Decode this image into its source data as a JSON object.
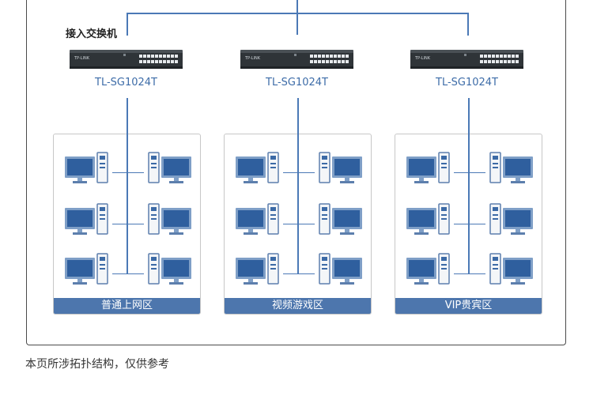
{
  "topology": {
    "access_label": "接入交换机",
    "switches": [
      {
        "model": "TL-SG1024T"
      },
      {
        "model": "TL-SG1024T"
      },
      {
        "model": "TL-SG1024T"
      }
    ],
    "zones": [
      {
        "label": "普通上网区"
      },
      {
        "label": "视频游戏区"
      },
      {
        "label": "VIP贵宾区"
      }
    ],
    "colors": {
      "wire": "#4b79b6",
      "zone_bar": "#4d76ad",
      "model_text": "#3d6ca8"
    },
    "icons": {
      "switch": "switch-icon",
      "computer": "computer-icon"
    }
  },
  "footnote": "本页所涉拓扑结构，仅供参考"
}
